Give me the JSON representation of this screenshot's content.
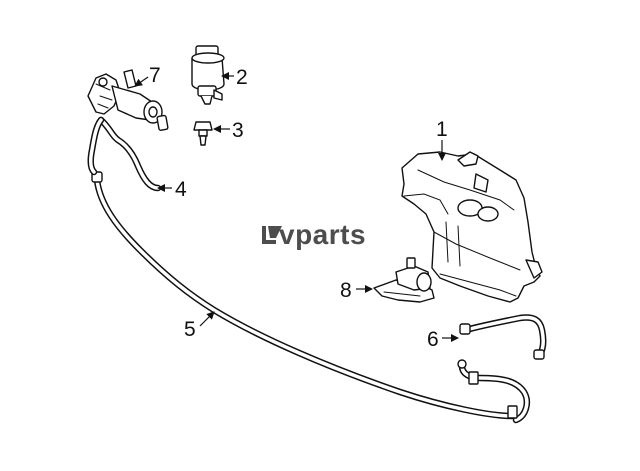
{
  "watermark": {
    "brand_text": "vparts",
    "logo_letter": "L",
    "color": "#4d4d4d"
  },
  "callouts": [
    {
      "id": "1",
      "label": "1"
    },
    {
      "id": "2",
      "label": "2"
    },
    {
      "id": "3",
      "label": "3"
    },
    {
      "id": "4",
      "label": "4"
    },
    {
      "id": "5",
      "label": "5"
    },
    {
      "id": "6",
      "label": "6"
    },
    {
      "id": "7",
      "label": "7"
    },
    {
      "id": "8",
      "label": "8"
    }
  ],
  "colors": {
    "line": "#111111",
    "background": "#ffffff"
  }
}
